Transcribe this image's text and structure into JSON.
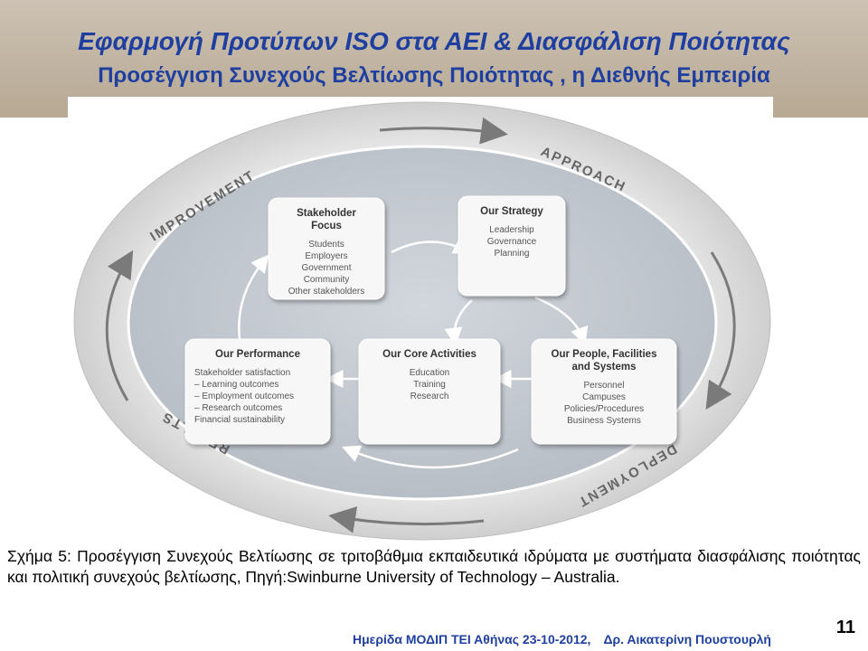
{
  "slide": {
    "title": "Εφαρμογή Προτύπων ISO στα ΑΕΙ & Διασφάλιση Ποιότητας",
    "subtitle": "Προσέγγιση Συνεχούς Βελτίωσης Ποιότητας , η Διεθνής Εμπειρία",
    "caption": "Σχήμα 5: Προσέγγιση Συνεχούς Βελτίωσης σε τριτοβάθμια εκπαιδευτικά ιδρύματα με συστήματα διασφάλισης ποιότητας και πολιτική συνεχούς βελτίωσης, Πηγή:Swinburne University of Technology – Australia.",
    "footer_event": "Ημερίδα ΜΟΔΙΠ ΤΕΙ Αθήνας 23-10-2012,",
    "footer_author": "Δρ. Αικατερίνη Πουστουρλή",
    "page_number": "11"
  },
  "diagram": {
    "ring_labels": {
      "improvement": "IMPROVEMENT",
      "approach": "APPROACH",
      "deployment": "DEPLOYMENT",
      "results": "RESULTS"
    },
    "boxes": [
      {
        "id": "stakeholder",
        "title": [
          "Stakeholder",
          "Focus"
        ],
        "items": [
          "Students",
          "Employers",
          "Government",
          "Community",
          "Other stakeholders"
        ]
      },
      {
        "id": "strategy",
        "title": [
          "Our Strategy"
        ],
        "items": [
          "Leadership",
          "Governance",
          "Planning"
        ]
      },
      {
        "id": "people",
        "title": [
          "Our People, Facilities",
          "and Systems"
        ],
        "items": [
          "Personnel",
          "Campuses",
          "Policies/Procedures",
          "Business Systems"
        ]
      },
      {
        "id": "core",
        "title": [
          "Our Core Activities"
        ],
        "items": [
          "Education",
          "Training",
          "Research"
        ]
      },
      {
        "id": "performance",
        "title": [
          "Our Performance"
        ],
        "items": [
          "Stakeholder satisfaction",
          "– Learning outcomes",
          "– Employment outcomes",
          "– Research outcomes",
          "Financial sustainability"
        ]
      }
    ],
    "colors": {
      "ring": "#d8d8d8",
      "inner": "#c3c9d0",
      "box": "#f7f7f7",
      "text": "#333333",
      "arrow": "#ffffff",
      "ring_arrow": "#7a7a7a"
    }
  }
}
